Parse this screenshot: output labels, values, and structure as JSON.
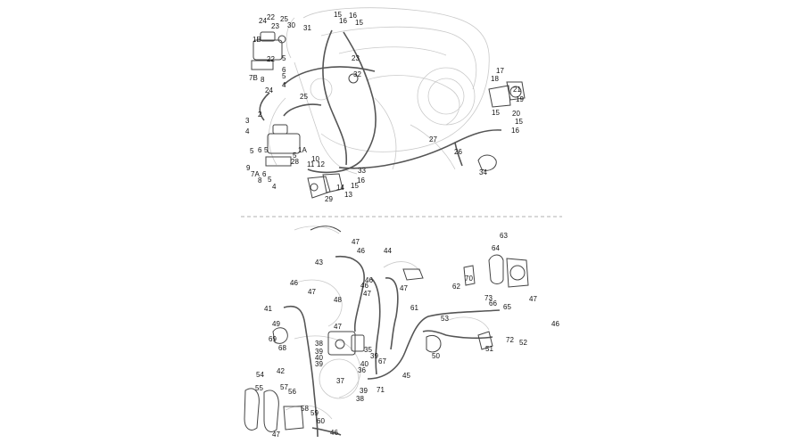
{
  "diagram": {
    "upper_section": {
      "callouts": [
        "24",
        "22",
        "25",
        "23",
        "30",
        "31",
        "15",
        "16",
        "16",
        "15",
        "1B",
        "5",
        "22",
        "23",
        "6",
        "5",
        "7B",
        "8",
        "4",
        "32",
        "17",
        "18",
        "21",
        "19",
        "24",
        "25",
        "15",
        "20",
        "15",
        "16",
        "3",
        "2",
        "4",
        "5",
        "6",
        "5",
        "1A",
        "27",
        "26",
        "9",
        "7A",
        "5",
        "28",
        "8",
        "6",
        "5",
        "4",
        "10",
        "11",
        "12",
        "33",
        "16",
        "15",
        "14",
        "13",
        "29",
        "34"
      ]
    },
    "lower_section": {
      "callouts": [
        "63",
        "47",
        "46",
        "43",
        "44",
        "64",
        "46",
        "47",
        "46",
        "47",
        "62",
        "70",
        "41",
        "46",
        "48",
        "47",
        "73",
        "66",
        "65",
        "47",
        "46",
        "61",
        "53",
        "69",
        "49",
        "68",
        "47",
        "72",
        "52",
        "51",
        "38",
        "39",
        "40",
        "39",
        "35",
        "39",
        "40",
        "36",
        "50",
        "67",
        "42",
        "45",
        "71",
        "37",
        "39",
        "38",
        "54",
        "55",
        "57",
        "56",
        "58",
        "59",
        "60",
        "46",
        "47"
      ]
    },
    "icons": [
      "divider-line"
    ]
  }
}
